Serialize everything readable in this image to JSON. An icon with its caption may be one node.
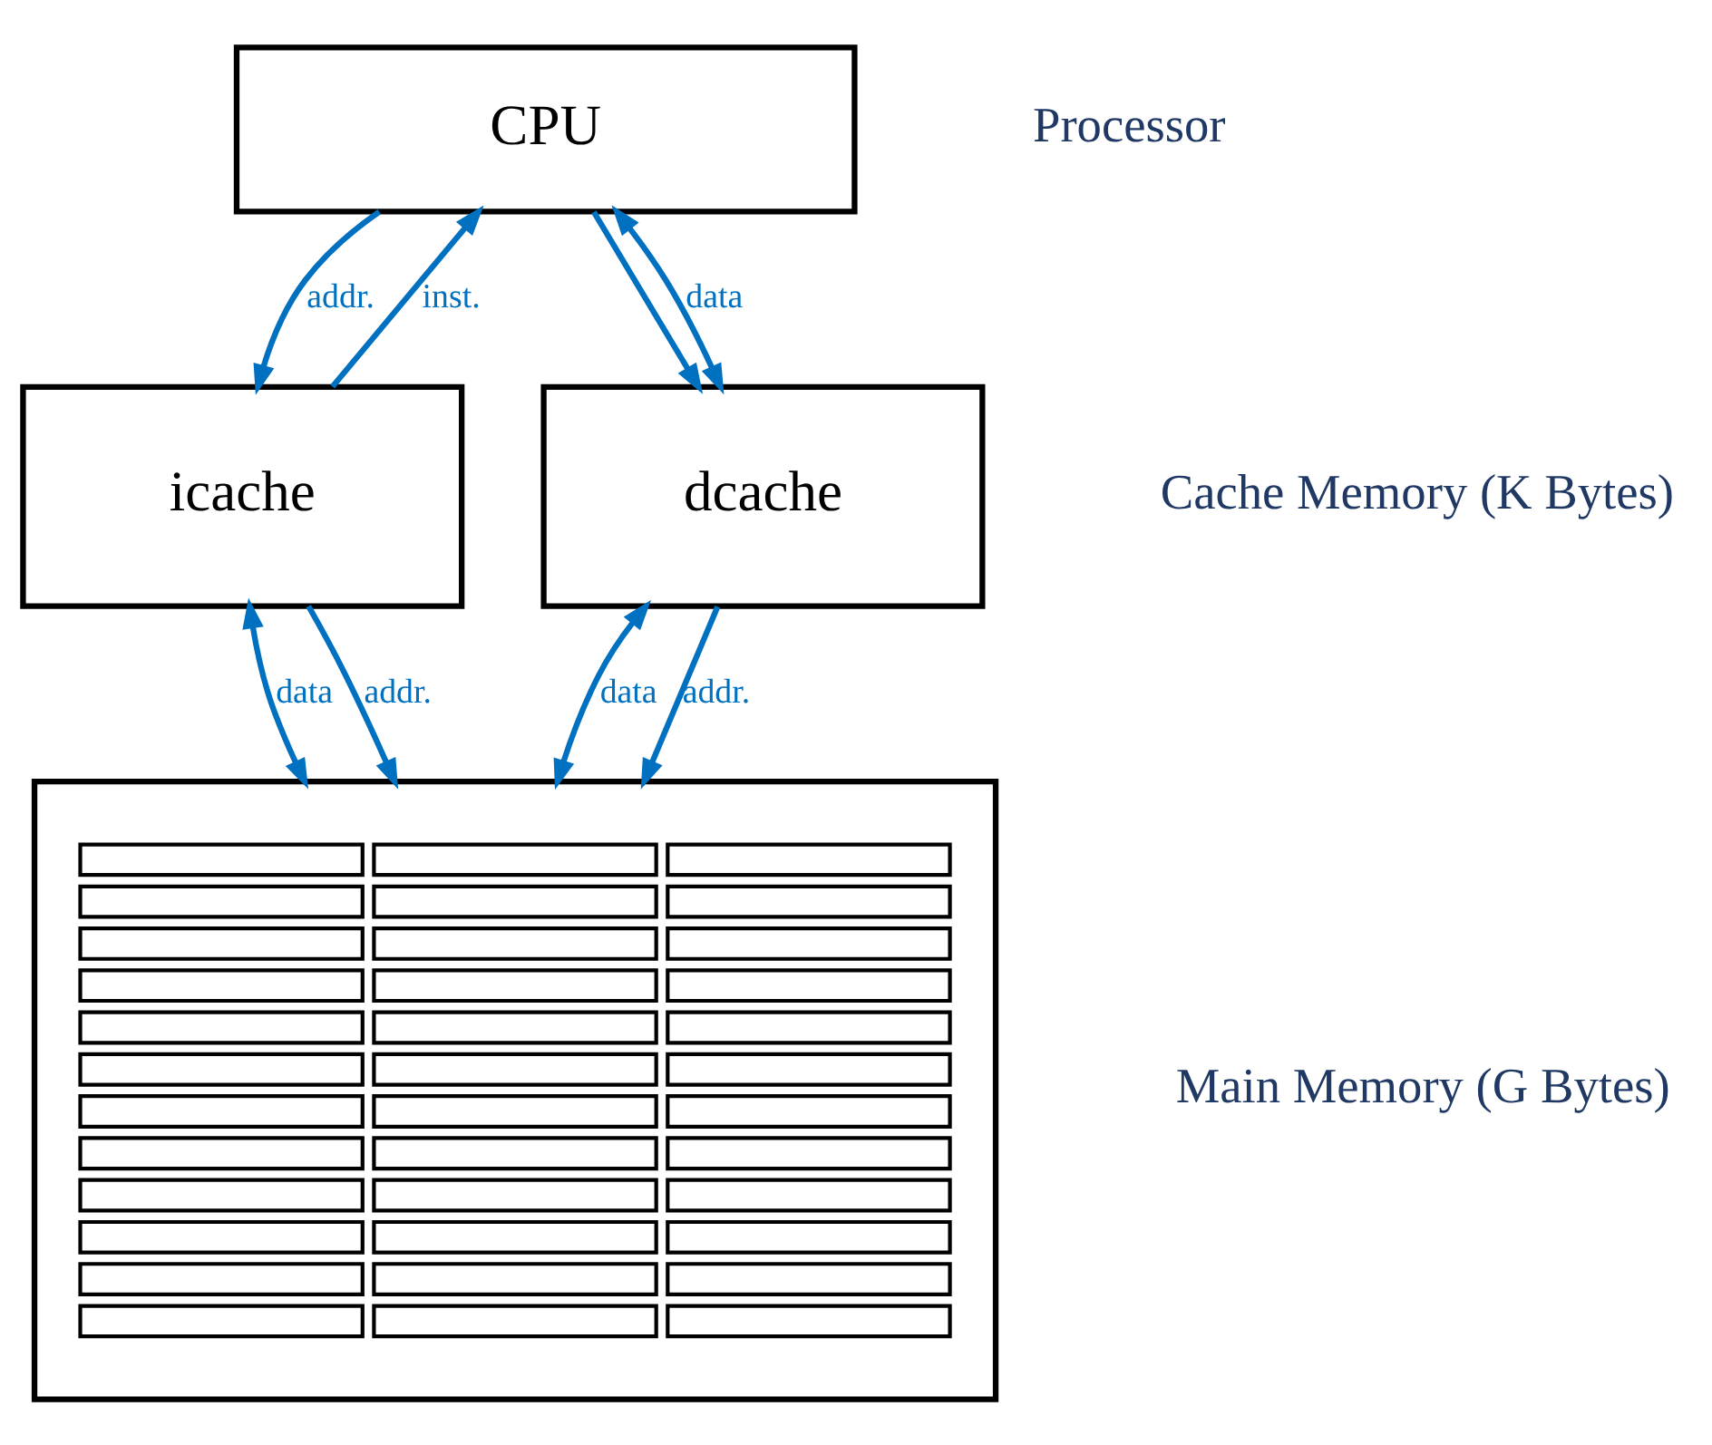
{
  "diagram": {
    "nodes": [
      {
        "text": [
          "CPU"
        ]
      },
      {
        "text": [
          "icache"
        ]
      },
      {
        "text": [
          "dcache"
        ]
      },
      {
        "text": [],
        "shape": "box"
      }
    ],
    "edges": [
      {
        "from": 1,
        "to": 0,
        "arrow": "to",
        "label": "inst."
      },
      {
        "from": 0,
        "to": 1,
        "arrow": "to",
        "label": "addr."
      },
      {
        "from": 0,
        "to": 2,
        "arrow": "to"
      },
      {
        "from": 0,
        "to": 2,
        "arrow": "both",
        "label": "data"
      },
      {
        "from": 1,
        "to": 3,
        "arrow": "both",
        "label": "data"
      },
      {
        "from": 1,
        "to": 3,
        "arrow": "to",
        "label": "addr."
      },
      {
        "from": 2,
        "to": 3,
        "arrow": "both",
        "label": "data"
      },
      {
        "from": 2,
        "to": 3,
        "arrow": "to",
        "label": "addr."
      }
    ],
    "labels": [
      "Processor",
      "Cache Memory (K Bytes)",
      "Main Memory (G Bytes)"
    ]
  }
}
